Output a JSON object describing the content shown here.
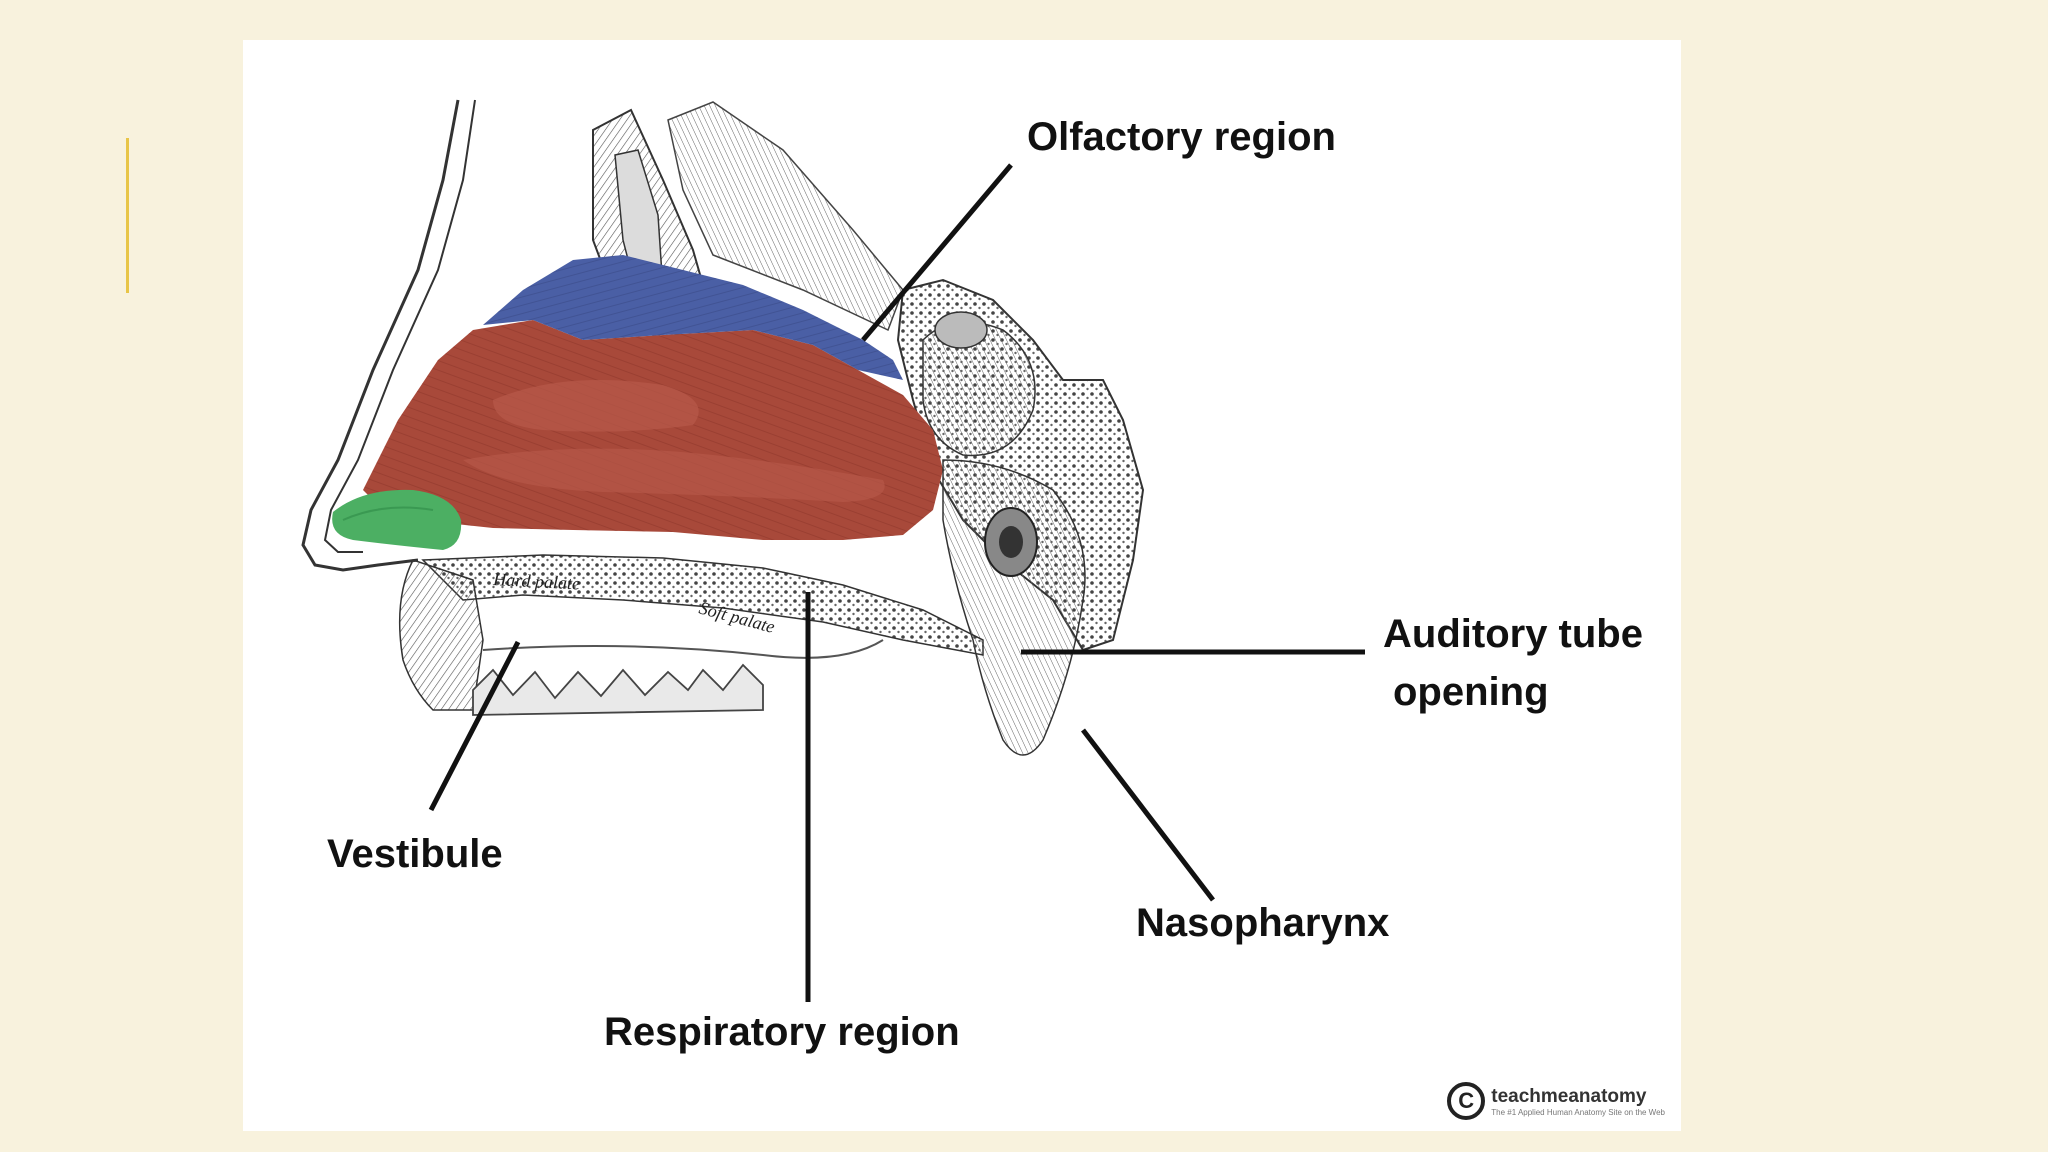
{
  "labels": {
    "olfactory": "Olfactory region",
    "auditory_line1": "Auditory tube",
    "auditory_line2": "opening",
    "vestibule": "Vestibule",
    "nasopharynx": "Nasopharynx",
    "respiratory": "Respiratory region"
  },
  "inline_labels": {
    "hard_palate": "Hard palate",
    "soft_palate": "Soft palate"
  },
  "credit": {
    "symbol": "C",
    "brand": "teachmeanatomy",
    "tagline": "The #1 Applied Human Anatomy Site on the Web"
  },
  "colors": {
    "background": "#f8f2dd",
    "accent": "#e8c547",
    "olfactory_region": "#4a5fa5",
    "respiratory_region": "#a8493a",
    "vestibule_region": "#4caf63",
    "line": "#111111"
  }
}
